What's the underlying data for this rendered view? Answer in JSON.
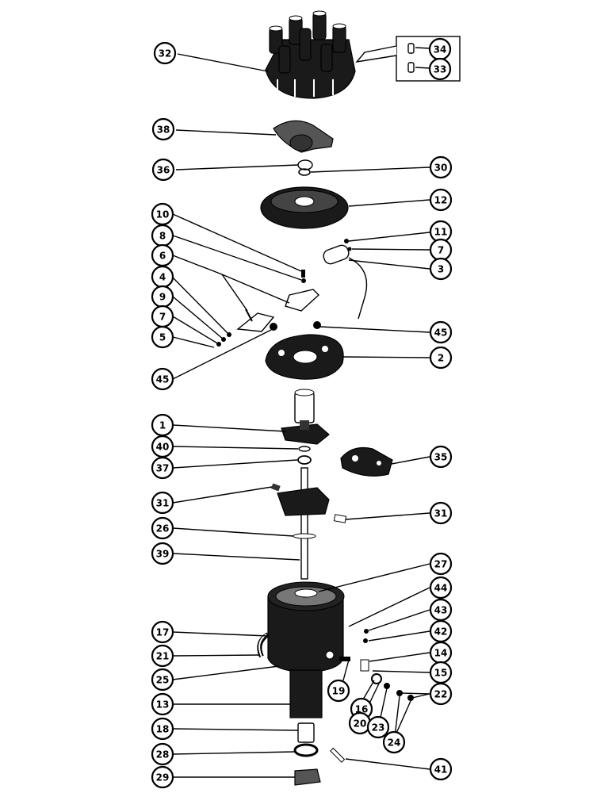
{
  "diagram": {
    "callouts": [
      {
        "id": "c32",
        "label": "32"
      },
      {
        "id": "c34",
        "label": "34"
      },
      {
        "id": "c33",
        "label": "33"
      },
      {
        "id": "c38",
        "label": "38"
      },
      {
        "id": "c36",
        "label": "36"
      },
      {
        "id": "c30",
        "label": "30"
      },
      {
        "id": "c12",
        "label": "12"
      },
      {
        "id": "c10",
        "label": "10"
      },
      {
        "id": "c8",
        "label": "8"
      },
      {
        "id": "c11",
        "label": "11"
      },
      {
        "id": "c7a",
        "label": "7"
      },
      {
        "id": "c6",
        "label": "6"
      },
      {
        "id": "c3",
        "label": "3"
      },
      {
        "id": "c4",
        "label": "4"
      },
      {
        "id": "c9",
        "label": "9"
      },
      {
        "id": "c7b",
        "label": "7"
      },
      {
        "id": "c5",
        "label": "5"
      },
      {
        "id": "c45a",
        "label": "45"
      },
      {
        "id": "c2",
        "label": "2"
      },
      {
        "id": "c45b",
        "label": "45"
      },
      {
        "id": "c1",
        "label": "1"
      },
      {
        "id": "c40",
        "label": "40"
      },
      {
        "id": "c35",
        "label": "35"
      },
      {
        "id": "c37",
        "label": "37"
      },
      {
        "id": "c31a",
        "label": "31"
      },
      {
        "id": "c31b",
        "label": "31"
      },
      {
        "id": "c26",
        "label": "26"
      },
      {
        "id": "c39",
        "label": "39"
      },
      {
        "id": "c27",
        "label": "27"
      },
      {
        "id": "c44",
        "label": "44"
      },
      {
        "id": "c43",
        "label": "43"
      },
      {
        "id": "c17",
        "label": "17"
      },
      {
        "id": "c42",
        "label": "42"
      },
      {
        "id": "c21",
        "label": "21"
      },
      {
        "id": "c14",
        "label": "14"
      },
      {
        "id": "c15",
        "label": "15"
      },
      {
        "id": "c25",
        "label": "25"
      },
      {
        "id": "c19",
        "label": "19"
      },
      {
        "id": "c22",
        "label": "22"
      },
      {
        "id": "c16",
        "label": "16"
      },
      {
        "id": "c13",
        "label": "13"
      },
      {
        "id": "c20",
        "label": "20"
      },
      {
        "id": "c23",
        "label": "23"
      },
      {
        "id": "c24",
        "label": "24"
      },
      {
        "id": "c18",
        "label": "18"
      },
      {
        "id": "c28",
        "label": "28"
      },
      {
        "id": "c41",
        "label": "41"
      },
      {
        "id": "c29",
        "label": "29"
      }
    ]
  }
}
